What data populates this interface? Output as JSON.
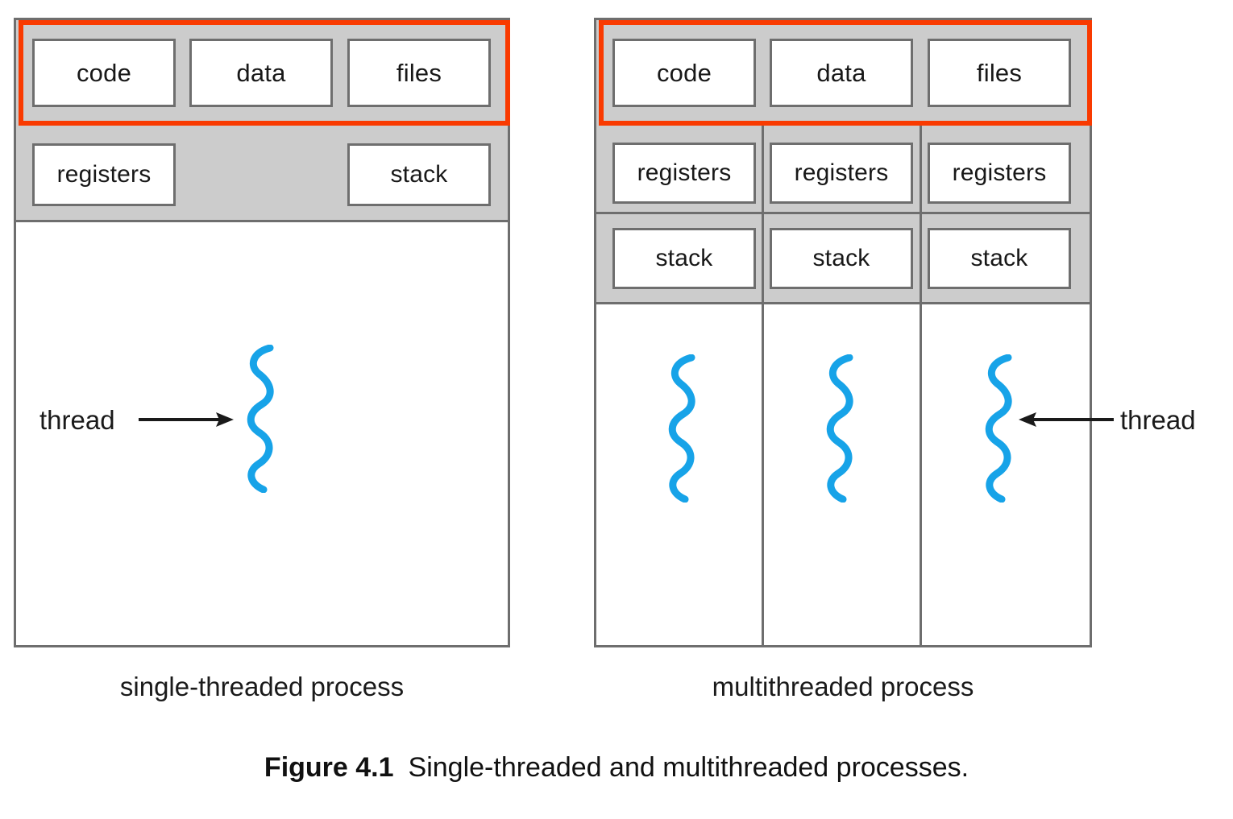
{
  "figure": {
    "caption_number": "Figure 4.1",
    "caption_text": "Single-threaded and multithreaded processes."
  },
  "colors": {
    "highlight_red": "#f93a00",
    "shared_gray": "#cccccc",
    "border_gray": "#6e6e6e",
    "thread_blue": "#17a3e8",
    "background": "#ffffff"
  },
  "single_threaded": {
    "caption": "single-threaded process",
    "shared_row": [
      "code",
      "data",
      "files"
    ],
    "per_thread_row": [
      "registers",
      "stack"
    ],
    "registers_label": "registers",
    "stack_label": "stack",
    "thread_annotation": "thread",
    "thread_count": 1
  },
  "multithreaded": {
    "caption": "multithreaded process",
    "shared_row": [
      "code",
      "data",
      "files"
    ],
    "registers_row": [
      "registers",
      "registers",
      "registers"
    ],
    "stack_row": [
      "stack",
      "stack",
      "stack"
    ],
    "thread_annotation": "thread",
    "thread_count": 3
  }
}
